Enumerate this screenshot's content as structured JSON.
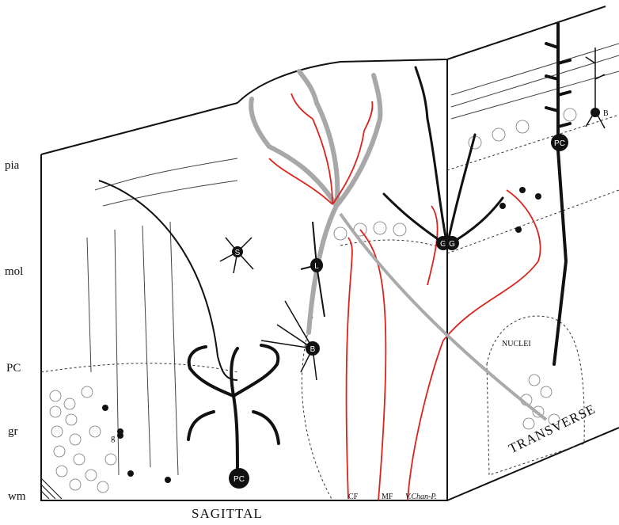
{
  "layers": {
    "pia": "pia",
    "mol": "mol",
    "pc": "PC",
    "gr": "gr",
    "wm": "wm"
  },
  "planes": {
    "sagittal": "SAGITTAL",
    "transverse": "TRANSVERSE"
  },
  "region": {
    "nuclei": "NUCLEI"
  },
  "fibers": {
    "cf": "CF",
    "mf": "MF"
  },
  "cells": {
    "purkinje_sagittal": "PC",
    "purkinje_transverse": "PC",
    "basket_transverse": "B",
    "basket_sagittal": "B",
    "stellate": "S",
    "lugaro": "L",
    "golgi": "G",
    "golgi_2": "G",
    "granule": "g"
  },
  "signature": "V.Chan-P.",
  "colors": {
    "ink": "#111111",
    "climbing_fiber": "#d8251d",
    "gray_cell": "#9a9a9a",
    "background": "#ffffff"
  }
}
